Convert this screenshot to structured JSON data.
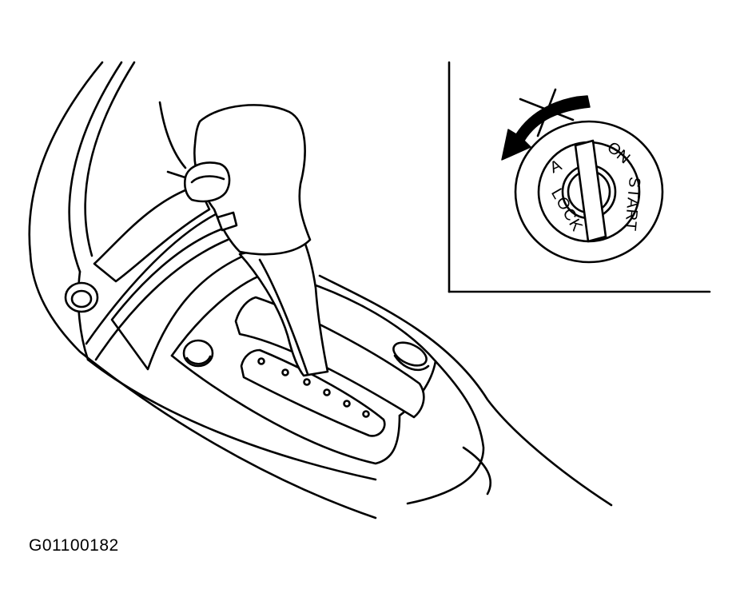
{
  "figure": {
    "id_label": "G01100182",
    "ignition_positions": [
      "LOCK",
      "A",
      "ON",
      "START"
    ],
    "icons": [
      "shift-lever-icon",
      "ignition-key-cylinder-icon",
      "rotation-arrow-icon",
      "prohibited-cross-icon"
    ],
    "colors": {
      "ink": "#000000",
      "paper": "#ffffff"
    }
  }
}
